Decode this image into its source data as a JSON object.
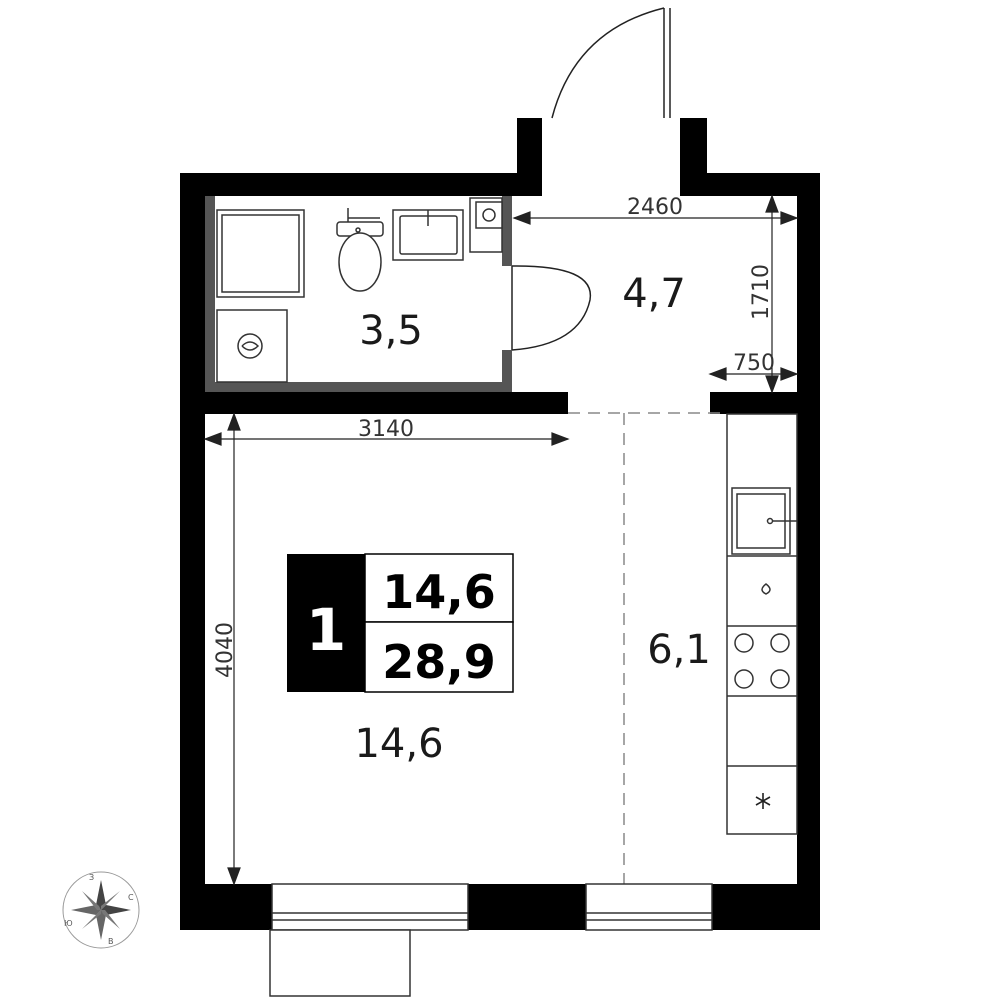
{
  "plan": {
    "rooms": {
      "bathroom_area": "3,5",
      "hall_area": "4,7",
      "living_area": "14,6",
      "kitchen_area": "6,1"
    },
    "dimensions": {
      "hall_width": "2460",
      "hall_depth": "1710",
      "opening_width": "750",
      "living_width": "3140",
      "living_depth": "4040"
    },
    "badge": {
      "rooms": "1",
      "living_total": "14,6",
      "total_area": "28,9"
    },
    "compass": {
      "north": "З",
      "east": "С",
      "south": "В",
      "west": "Ю"
    },
    "colors": {
      "wall": "#000000",
      "partition": "#555555",
      "fixture": "#333333"
    }
  }
}
